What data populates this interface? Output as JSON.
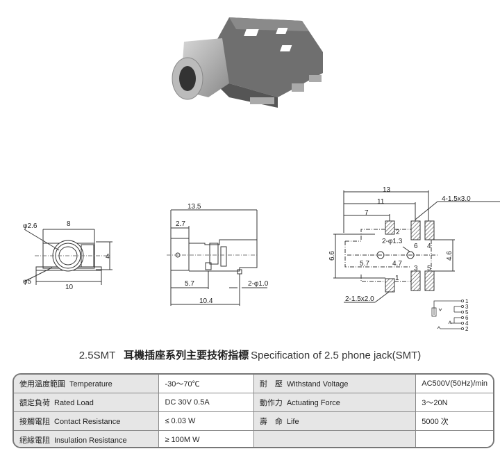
{
  "title": {
    "model": "2.5SMT",
    "chinese": "耳機插座系列主要技術指標",
    "english": "Specification of 2.5 phone jack(SMT)"
  },
  "front_view": {
    "d_inner": "φ2.6",
    "width_top": "8",
    "height": "4",
    "d_outer": "φ5",
    "width_bottom": "10"
  },
  "side_view": {
    "length": "13.5",
    "front": "2.7",
    "pin1": "5.7",
    "pin_dia": "2-φ1.0",
    "pin2": "10.4"
  },
  "footprint": {
    "d13": "13",
    "d11": "11",
    "d7": "7",
    "pads_big": "4-1.5x3.0",
    "holes": "2-φ1.3",
    "d66": "6.6",
    "d46": "4.6",
    "d57": "5.7",
    "d47": "4.7",
    "pads_small": "2-1.5x2.0",
    "pins": [
      "2",
      "6",
      "4",
      "3",
      "5",
      "1"
    ]
  },
  "schematic": {
    "pins": [
      "1",
      "3",
      "5",
      "6",
      "4",
      "2"
    ]
  },
  "specs": [
    [
      {
        "cn": "使用溫度範圍",
        "en": "Temperature"
      },
      "-30～70℃",
      {
        "cn": "耐　壓",
        "en": "Withstand Voltage"
      },
      "AC500V(50Hz)/min"
    ],
    [
      {
        "cn": "額定負荷",
        "en": "Rated Load"
      },
      "DC 30V 0.5A",
      {
        "cn": "動作力",
        "en": "Actuating Force"
      },
      "3～20N"
    ],
    [
      {
        "cn": "接觸電阻",
        "en": "Contact Resistance"
      },
      "≤ 0.03 W",
      {
        "cn": "壽　命",
        "en": "Life"
      },
      "5000 次"
    ],
    [
      {
        "cn": "絕緣電阻",
        "en": "Insulation Resistance"
      },
      "≥ 100M W",
      {
        "cn": "",
        "en": ""
      },
      ""
    ]
  ]
}
